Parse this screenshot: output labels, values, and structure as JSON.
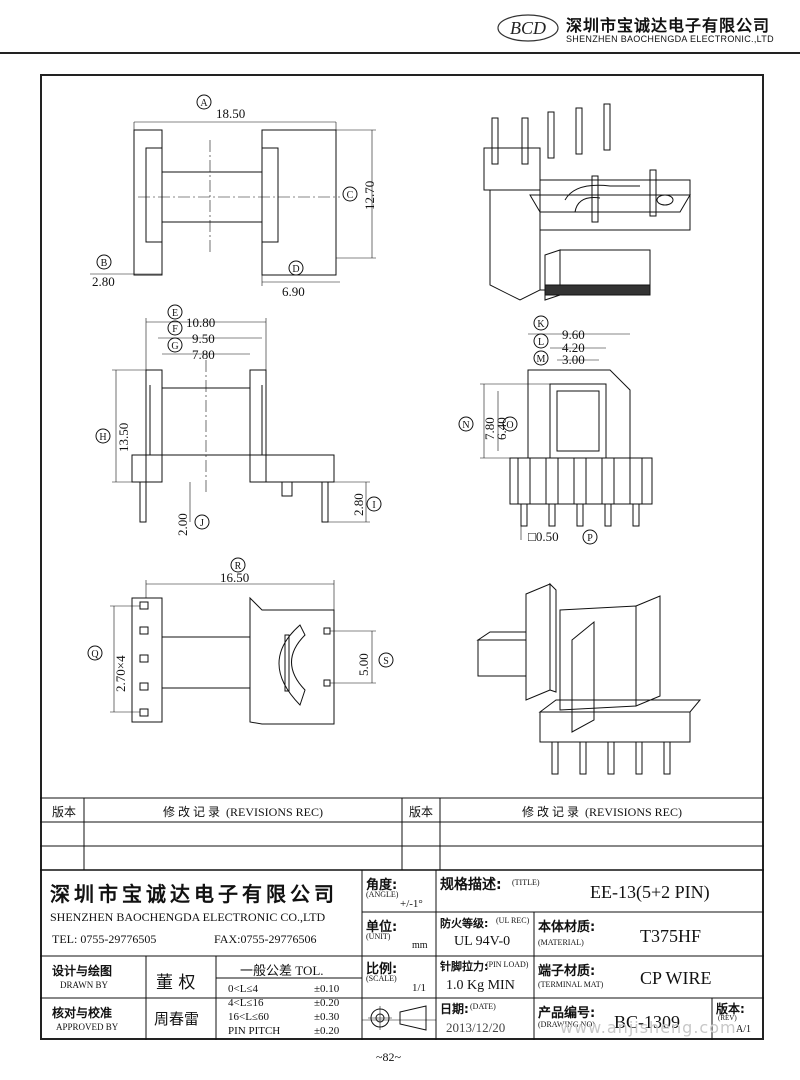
{
  "company": {
    "logo_text": "BCD",
    "name_cn": "深圳市宝诚达电子有限公司",
    "name_en": "SHENZHEN BAOCHENGDA ELECTRONIC.,LTD"
  },
  "dimensions": {
    "A": {
      "label": "A",
      "value": "18.50"
    },
    "B": {
      "label": "B",
      "value": "2.80"
    },
    "C": {
      "label": "C",
      "value": "12.70"
    },
    "D": {
      "label": "D",
      "value": "6.90"
    },
    "E": {
      "label": "E",
      "value": "10.80"
    },
    "F": {
      "label": "F",
      "value": "9.50"
    },
    "G": {
      "label": "G",
      "value": "7.80"
    },
    "H": {
      "label": "H",
      "value": "13.50"
    },
    "I": {
      "label": "I",
      "value": "2.80"
    },
    "J": {
      "label": "J",
      "value": "2.00"
    },
    "K": {
      "label": "K",
      "value": "9.60"
    },
    "L": {
      "label": "L",
      "value": "4.20"
    },
    "M": {
      "label": "M",
      "value": "3.00"
    },
    "N": {
      "label": "N",
      "value": "7.80"
    },
    "O": {
      "label": "O",
      "value": "6.40"
    },
    "P": {
      "label": "P",
      "value": "□0.50"
    },
    "Q": {
      "label": "Q",
      "value": "2.70×4"
    },
    "R": {
      "label": "R",
      "value": "16.50"
    },
    "S": {
      "label": "S",
      "value": "5.00"
    }
  },
  "revisions": {
    "col1_header": "版本",
    "col2_header": "修 改 记 录  (REVISIONS REC)",
    "col3_header": "版本",
    "col4_header": "修 改 记 录  (REVISIONS REC)"
  },
  "title_block": {
    "company_cn": "深圳市宝诚达电子有限公司",
    "company_en": "SHENZHEN BAOCHENGDA ELECTRONIC  CO.,LTD",
    "tel": "TEL: 0755-29776505",
    "fax": "FAX:0755-29776506",
    "angle_label_cn": "角度:",
    "angle_label_en": "(ANGLE)",
    "angle_value": "+/-1°",
    "unit_label_cn": "单位:",
    "unit_label_en": "(UNIT)",
    "unit_value": "mm",
    "scale_label_cn": "比例:",
    "scale_label_en": "(SCALE)",
    "scale_value": "1/1",
    "title_label_cn": "规格描述:",
    "title_label_en": "(TITLE)",
    "title_value": "EE-13(5+2 PIN)",
    "ul_label_cn": "防火等级:",
    "ul_label_en": "(UL REC)",
    "ul_value": "UL 94V-0",
    "material_label_cn": "本体材质:",
    "material_label_en": "(MATERIAL)",
    "material_value": "T375HF",
    "pinload_label_cn": "针脚拉力:",
    "pinload_label_en": "(PIN LOAD)",
    "pinload_value": "1.0 Kg MIN",
    "terminal_label_cn": "端子材质:",
    "terminal_label_en": "(TERMINAL MAT)",
    "terminal_value": "CP WIRE",
    "date_label_cn": "日期:",
    "date_label_en": "(DATE)",
    "date_value": "2013/12/20",
    "drawingno_label_cn": "产品编号:",
    "drawingno_label_en": "(DRAWING NO)",
    "drawingno_value": "BC-1309",
    "rev_label_cn": "版本:",
    "rev_label_en": "(REV)",
    "rev_value": "A/1",
    "drawn_label_cn": "设计与绘图",
    "drawn_label_en": "DRAWN BY",
    "drawn_value": "董 权",
    "approved_label_cn": "核对与校准",
    "approved_label_en": "APPROVED BY",
    "approved_value": "周春雷",
    "tol_title": "一般公差 TOL.",
    "tol_rows": [
      {
        "range": "0<L≤4",
        "value": "±0.10"
      },
      {
        "range": "4<L≤16",
        "value": "±0.20"
      },
      {
        "range": "16<L≤60",
        "value": "±0.30"
      },
      {
        "range": "PIN PITCH",
        "value": "±0.20"
      }
    ]
  },
  "page_number": "~82~",
  "watermark": "www.anjisheng.com"
}
